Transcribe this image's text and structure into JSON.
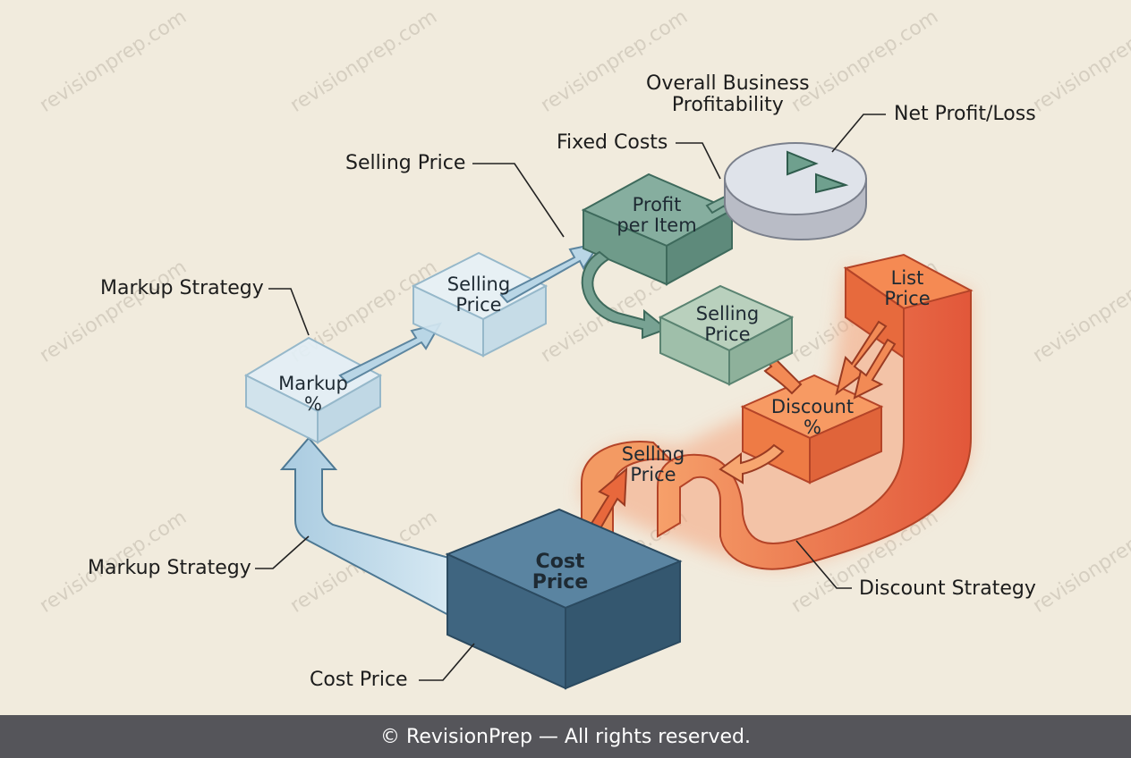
{
  "watermark": {
    "text": "revisionprep.com"
  },
  "boxes": {
    "cost_price": {
      "line1": "Cost",
      "line2": "Price"
    },
    "markup_pct": {
      "line1": "Markup",
      "line2": "%"
    },
    "selling_price_1": {
      "line1": "Selling",
      "line2": "Price"
    },
    "profit_per_item": {
      "line1": "Profit",
      "line2": "per Item"
    },
    "selling_price_2": {
      "line1": "Selling",
      "line2": "Price"
    },
    "list_price": {
      "line1": "List",
      "line2": "Price"
    },
    "discount_pct": {
      "line1": "Discount",
      "line2": "%"
    },
    "selling_price_3": {
      "line1": "Selling",
      "line2": "Price"
    }
  },
  "labels": {
    "overall_line1": "Overall Business",
    "overall_line2": "Profitability",
    "net_profit_loss": "Net Profit/Loss",
    "fixed_costs": "Fixed Costs",
    "selling_price": "Selling Price",
    "markup_strategy_top": "Markup Strategy",
    "markup_strategy_bottom": "Markup Strategy",
    "discount_strategy": "Discount Strategy",
    "cost_price": "Cost Price"
  },
  "footer": {
    "text": "© RevisionPrep — All rights reserved."
  },
  "colors": {
    "background": "#f1ebdd",
    "blue_dark": "#3f6580",
    "blue_light": "#cfe3ee",
    "green": "#8fb3a0",
    "orange": "#f07a3e",
    "red": "#e0553a",
    "footer_bg": "#55555a"
  }
}
